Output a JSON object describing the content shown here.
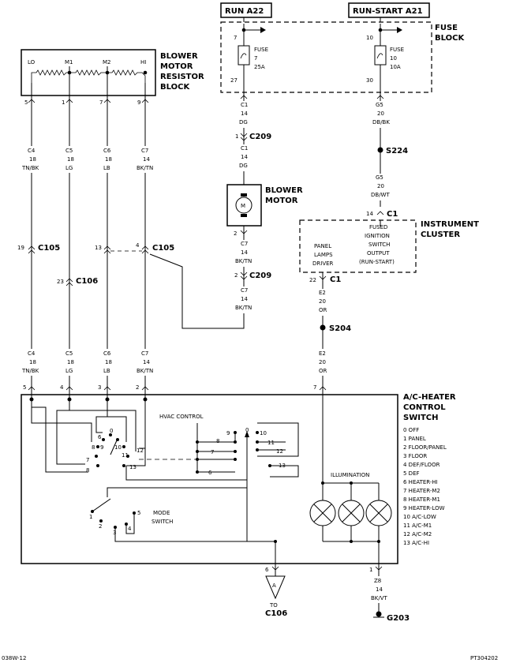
{
  "sources": {
    "run": "RUN A22",
    "runstart": "RUN-START A21"
  },
  "fuse_block": {
    "title_line1": "FUSE",
    "title_line2": "BLOCK",
    "fuse7": {
      "pin_in": "7",
      "label1": "FUSE",
      "label2": "7",
      "label3": "25A",
      "pin_out": "27"
    },
    "fuse10": {
      "pin_in": "10",
      "label1": "FUSE",
      "label2": "10",
      "label3": "10A",
      "pin_out": "30"
    }
  },
  "resistor_block": {
    "title": [
      "BLOWER",
      "MOTOR",
      "RESISTOR",
      "BLOCK"
    ],
    "taps": [
      "LO",
      "M1",
      "M2",
      "HI"
    ],
    "pins": [
      "5",
      "1",
      "7",
      "9"
    ]
  },
  "upper_wires": [
    {
      "code": "C4",
      "gauge": "18",
      "color": "TN/BK"
    },
    {
      "code": "C5",
      "gauge": "18",
      "color": "LG"
    },
    {
      "code": "C6",
      "gauge": "18",
      "color": "LB"
    },
    {
      "code": "C7",
      "gauge": "14",
      "color": "BK/TN"
    }
  ],
  "lower_wires": [
    {
      "code": "C4",
      "gauge": "18",
      "color": "TN/BK"
    },
    {
      "code": "C5",
      "gauge": "18",
      "color": "LG"
    },
    {
      "code": "C6",
      "gauge": "18",
      "color": "LB"
    },
    {
      "code": "C7",
      "gauge": "14",
      "color": "BK/TN"
    }
  ],
  "connectors": {
    "c105_left_pin": "19",
    "c105_left": "C105",
    "c105_mid_pin": "13",
    "c105_right_pin": "4",
    "c105_right": "C105",
    "c106_pin": "23",
    "c106": "C106",
    "c209_top_pin": "1",
    "c209_top": "C209",
    "c209_bot_pin": "2",
    "c209_bot": "C209",
    "c1_top_pin": "14",
    "c1_top": "C1",
    "c1_bot_pin": "22",
    "c1_bot": "C1"
  },
  "motor_feed_wire": [
    {
      "code": "C1",
      "gauge": "14",
      "color": "DG"
    },
    {
      "code": "C1",
      "gauge": "14",
      "color": "DG"
    }
  ],
  "blower_motor": {
    "title_line1": "BLOWER",
    "title_line2": "MOTOR",
    "symbol": "M",
    "pin_bottom": "2"
  },
  "motor_out_wire": [
    {
      "code": "C7",
      "gauge": "14",
      "color": "BK/TN"
    },
    {
      "code": "C7",
      "gauge": "14",
      "color": "BK/TN"
    }
  ],
  "splices": {
    "s224": "S224",
    "s204": "S204"
  },
  "ign_wire": [
    {
      "code": "G5",
      "gauge": "20",
      "color": "DB/BK"
    },
    {
      "code": "G5",
      "gauge": "20",
      "color": "DB/WT"
    }
  ],
  "cluster": {
    "title_line1": "INSTRUMENT",
    "title_line2": "CLUSTER",
    "left_lines": [
      "PANEL",
      "LAMPS",
      "DRIVER"
    ],
    "right_lines": [
      "FUSED",
      "IGNITION",
      "SWITCH",
      "OUTPUT",
      "(RUN-START)"
    ]
  },
  "lamp_wire": [
    {
      "code": "E2",
      "gauge": "20",
      "color": "OR"
    },
    {
      "code": "E2",
      "gauge": "20",
      "color": "OR"
    }
  ],
  "control_switch": {
    "title": [
      "A/C-HEATER",
      "CONTROL",
      "SWITCH"
    ],
    "in_pins": [
      "5",
      "4",
      "3",
      "2"
    ],
    "lamp_pin": "7",
    "hvac_label": "HVAC CONTROL",
    "illumination": "ILLUMINATION",
    "mode_switch_line1": "MODE",
    "mode_switch_line2": "SWITCH",
    "left_positions": [
      "0",
      "6",
      "7",
      "8",
      "9",
      "10",
      "11",
      "12",
      "13"
    ],
    "right_positions": [
      "6",
      "7",
      "8",
      "9",
      "0",
      "10",
      "11",
      "12",
      "13"
    ],
    "mode_positions": [
      "1",
      "2",
      "3",
      "4",
      "5"
    ],
    "legend": [
      "0 OFF",
      "1 PANEL",
      "2 FLOOR/PANEL",
      "3 FLOOR",
      "4 DEF/FLOOR",
      "5 DEF",
      "6 HEATER-HI",
      "7 HEATER-M2",
      "8 HEATER-M1",
      "9 HEATER-LOW",
      "10 A/C-LOW",
      "11 A/C-M1",
      "12 A/C-M2",
      "13 A/C-HI"
    ],
    "out_pin": "6",
    "ground_pin": "1"
  },
  "ac_ref": {
    "symbol": "A",
    "to": "TO",
    "target": "C106"
  },
  "ground_wire": {
    "code": "Z8",
    "gauge": "14",
    "color": "BK/VT"
  },
  "ground": "G203",
  "footer": {
    "left": "038W-12",
    "right": "PT304202"
  }
}
